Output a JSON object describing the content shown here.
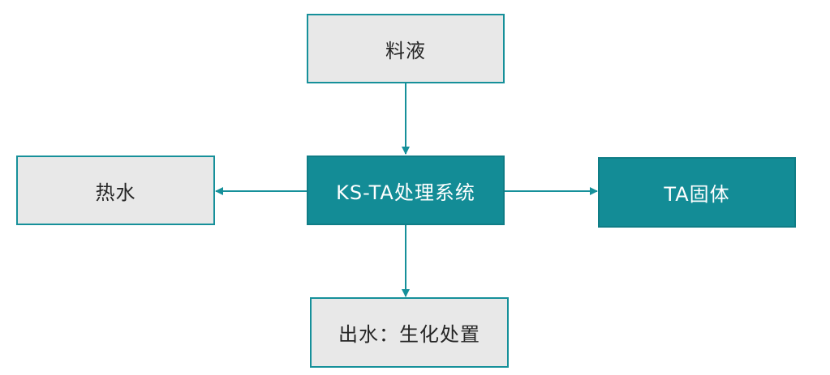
{
  "diagram": {
    "nodes": {
      "feed": "料液",
      "system": "KS-TA处理系统",
      "hot_water": "热水",
      "ta_solid": "TA固体",
      "effluent": "出水：生化处置"
    },
    "edges": [
      {
        "from": "feed",
        "to": "system"
      },
      {
        "from": "system",
        "to": "hot_water"
      },
      {
        "from": "system",
        "to": "ta_solid"
      },
      {
        "from": "system",
        "to": "effluent"
      }
    ],
    "colors": {
      "accent": "#138c96",
      "node_fill_light": "#e8e8e8",
      "arrow": "#16909a"
    }
  }
}
